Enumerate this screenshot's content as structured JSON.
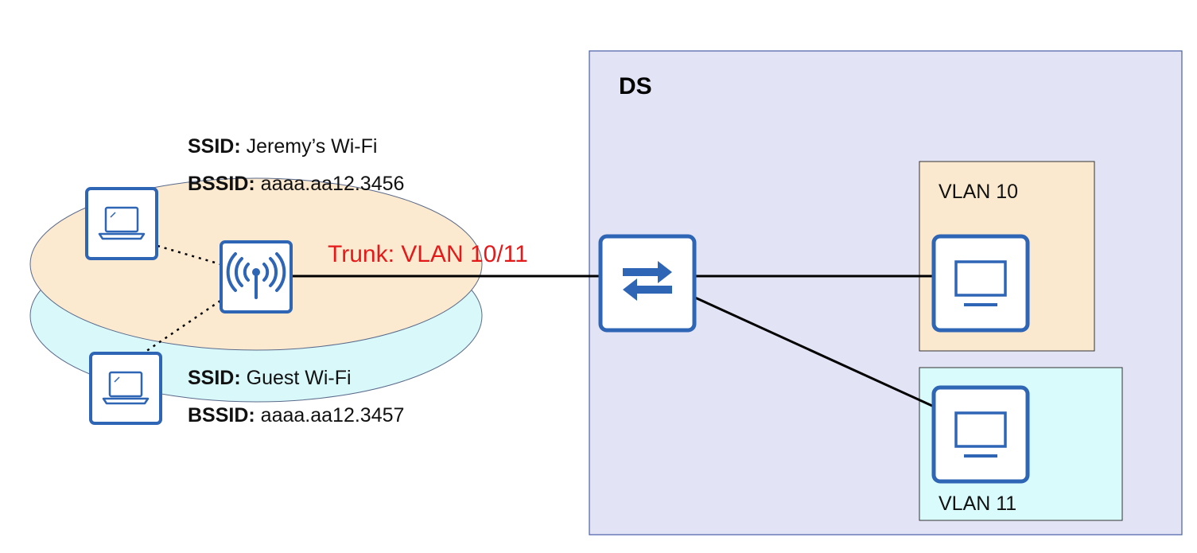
{
  "colors": {
    "ds_fill": "#e3e3f6",
    "ds_stroke": "#4a5ea8",
    "wlan1_fill": "#fbe9d0",
    "wlan2_fill": "#d9f8fa",
    "ellipse_stroke": "#5a6a8a",
    "vlan10_fill": "#fbe9cf",
    "vlan11_fill": "#d9fbfb",
    "icon_blue": "#2f65b5",
    "trunk_red": "#e41a1a"
  },
  "ds": {
    "title": "DS"
  },
  "wlan_main": {
    "ssid_label": "SSID:",
    "ssid_value": " Jeremy’s Wi-Fi",
    "bssid_label": "BSSID:",
    "bssid_value": " aaaa.aa12.3456"
  },
  "wlan_guest": {
    "ssid_label": "SSID:",
    "ssid_value": " Guest Wi-Fi",
    "bssid_label": "BSSID:",
    "bssid_value": " aaaa.aa12.3457"
  },
  "trunk": {
    "label": "Trunk: VLAN 10/11"
  },
  "vlans": [
    {
      "label": "VLAN 10"
    },
    {
      "label": "VLAN 11"
    }
  ],
  "icons": {
    "laptop": "laptop-icon",
    "access_point": "wireless-access-point-icon",
    "switch": "switch-icon",
    "pc": "pc-monitor-icon"
  }
}
